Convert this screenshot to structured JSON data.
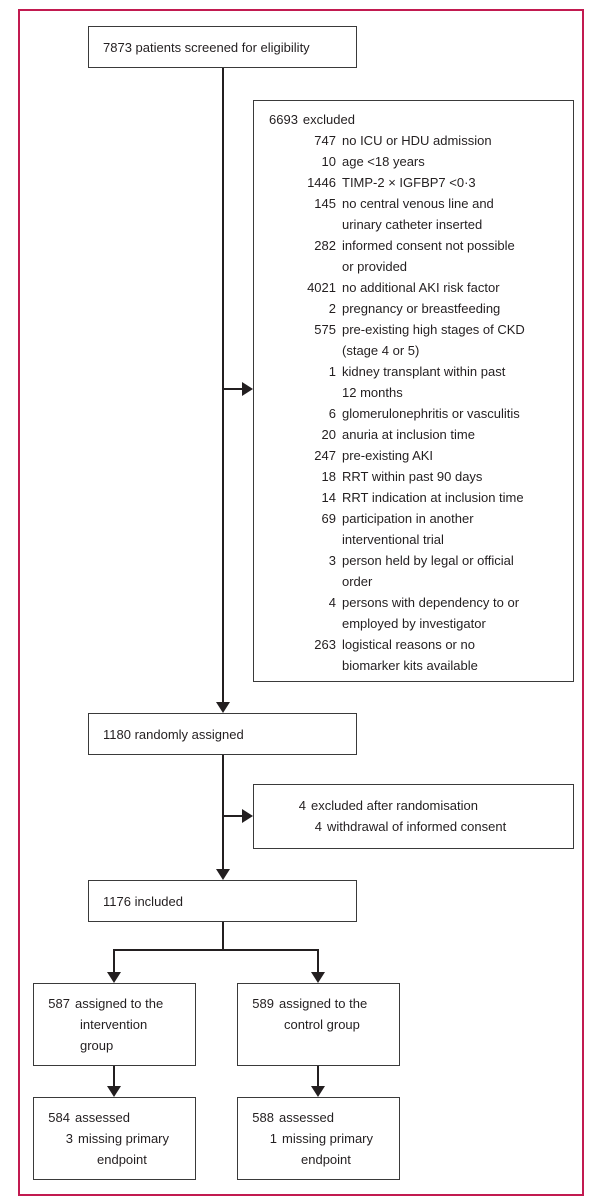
{
  "colors": {
    "accent": "#c21a50",
    "box_border": "#3a3a3a",
    "text": "#231f20"
  },
  "boxes": {
    "screened": {
      "text": "7873 patients screened for eligibility"
    },
    "excluded": {
      "header_num": "6693",
      "header_label": "excluded",
      "items": [
        {
          "num": "747",
          "text": "no ICU or HDU admission"
        },
        {
          "num": "10",
          "text": "age <18 years"
        },
        {
          "num": "1446",
          "text": "TIMP-2 × IGFBP7 <0·3"
        },
        {
          "num": "145",
          "text": "no central venous line and\nurinary catheter inserted"
        },
        {
          "num": "282",
          "text": "informed consent not possible\nor provided"
        },
        {
          "num": "4021",
          "text": "no additional AKI risk factor"
        },
        {
          "num": "2",
          "text": "pregnancy or breastfeeding"
        },
        {
          "num": "575",
          "text": "pre-existing high stages of CKD\n(stage 4 or 5)"
        },
        {
          "num": "1",
          "text": "kidney transplant within past\n12 months"
        },
        {
          "num": "6",
          "text": "glomerulonephritis or vasculitis"
        },
        {
          "num": "20",
          "text": "anuria at inclusion time"
        },
        {
          "num": "247",
          "text": "pre-existing AKI"
        },
        {
          "num": "18",
          "text": "RRT within past 90 days"
        },
        {
          "num": "14",
          "text": "RRT indication at inclusion time"
        },
        {
          "num": "69",
          "text": "participation in another\ninterventional trial"
        },
        {
          "num": "3",
          "text": "person held by legal or official\norder"
        },
        {
          "num": "4",
          "text": "persons with dependency to or\nemployed by investigator"
        },
        {
          "num": "263",
          "text": "logistical reasons or no\nbiomarker kits available"
        }
      ]
    },
    "randomised": {
      "text": "1180 randomly assigned"
    },
    "post_random_excluded": {
      "rows": [
        {
          "num": "4",
          "text": "excluded after randomisation"
        },
        {
          "num": "4",
          "text": "withdrawal of informed consent"
        }
      ]
    },
    "included": {
      "text": "1176 included"
    },
    "intervention": {
      "num": "587",
      "line1": "assigned to the",
      "line2": "intervention",
      "line3": "group"
    },
    "control": {
      "num": "589",
      "line1": "assigned to the",
      "line2": "control group"
    },
    "intervention_assessed": {
      "num": "584",
      "label": "assessed",
      "sub_num": "3",
      "sub_line1": "missing primary",
      "sub_line2": "endpoint"
    },
    "control_assessed": {
      "num": "588",
      "label": "assessed",
      "sub_num": "1",
      "sub_line1": "missing primary",
      "sub_line2": "endpoint"
    }
  }
}
